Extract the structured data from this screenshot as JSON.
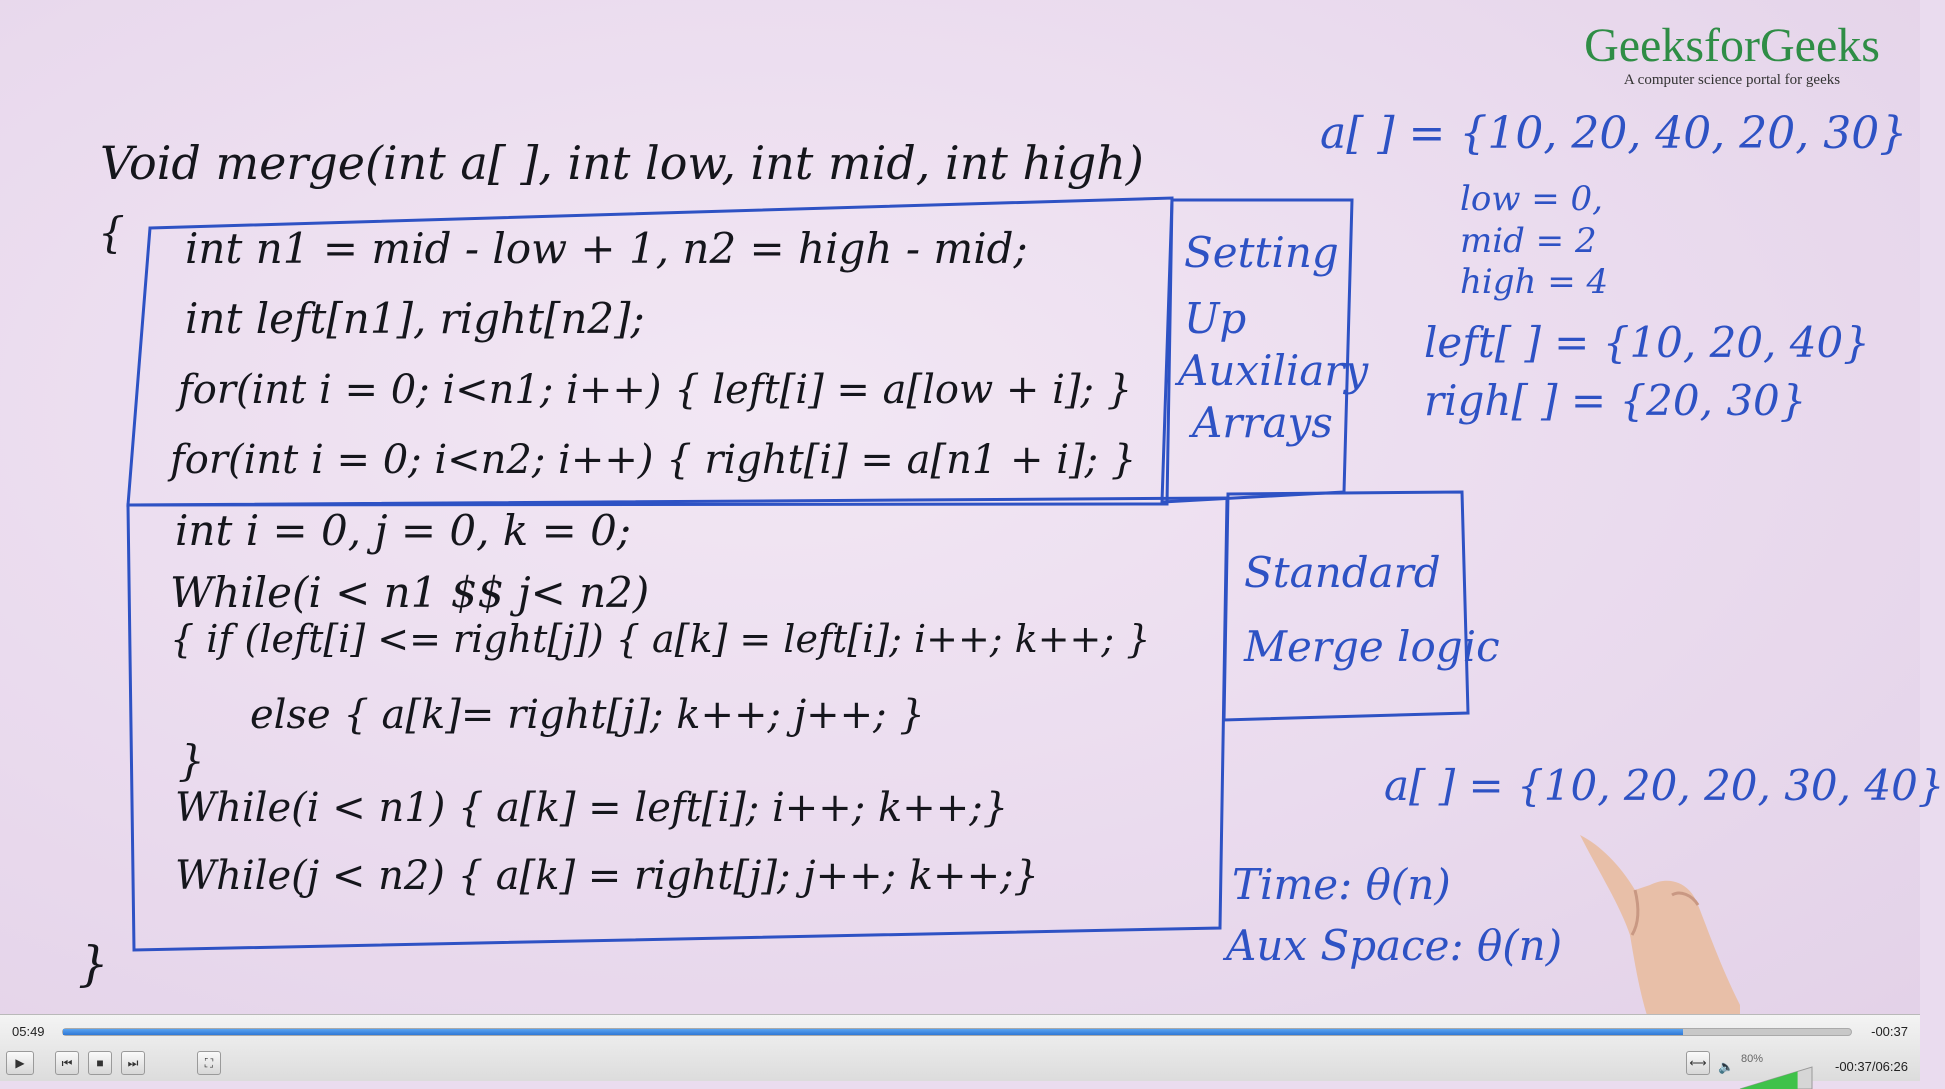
{
  "brand": {
    "name": "GeeksforGeeks",
    "tagline": "A computer science portal for geeks"
  },
  "board": {
    "signature": "Void merge(int a[ ],   int low,  int mid,  int high)",
    "open_brace": "{",
    "close_brace": "}",
    "setup_lines": [
      "int  n1 = mid - low + 1,    n2 = high - mid;",
      "int  left[n1], right[n2];",
      "for(int i = 0;  i<n1;  i++)  { left[i] =  a[low + i]; }",
      "for(int i = 0;  i<n2;  i++) { right[i] = a[n1 + i];   }"
    ],
    "merge_lines": [
      "int  i = 0,  j = 0,  k = 0;",
      "While(i < n1  $$  j< n2)",
      "{     if (left[i] <= right[j]) { a[k] = left[i];   i++;  k++; }",
      "else { a[k]= right[j];   k++;  j++; }",
      "}",
      "While(i < n1) { a[k] = left[i];   i++;  k++;}",
      "While(j < n2) { a[k] = right[j];  j++;   k++;}"
    ],
    "label_setup": [
      "Setting",
      "Up",
      "Auxiliary",
      "Arrays"
    ],
    "label_merge": [
      "Standard",
      "Merge logic"
    ],
    "example": {
      "input": "a[ ] = {10, 20, 40, 20, 30}",
      "low": "low = 0,",
      "mid": "mid = 2",
      "high": "high = 4",
      "left": "left[ ] = {10, 20, 40}",
      "right": "righ[ ] = {20, 30}",
      "output": "a[ ] = {10, 20, 20, 30, 40}"
    },
    "complexity": {
      "time": "Time: θ(n)",
      "space": "Aux Space: θ(n)"
    }
  },
  "player": {
    "elapsed": "05:49",
    "remaining": "-00:37",
    "progress_fraction": 0.906,
    "total": "-00:37/06:26",
    "volume_label": "80%",
    "volume_fraction": 0.8,
    "icons": [
      "play-icon",
      "previous-icon",
      "stop-icon",
      "next-icon",
      "fullscreen-icon",
      "extended-settings-icon",
      "speaker-icon"
    ]
  }
}
